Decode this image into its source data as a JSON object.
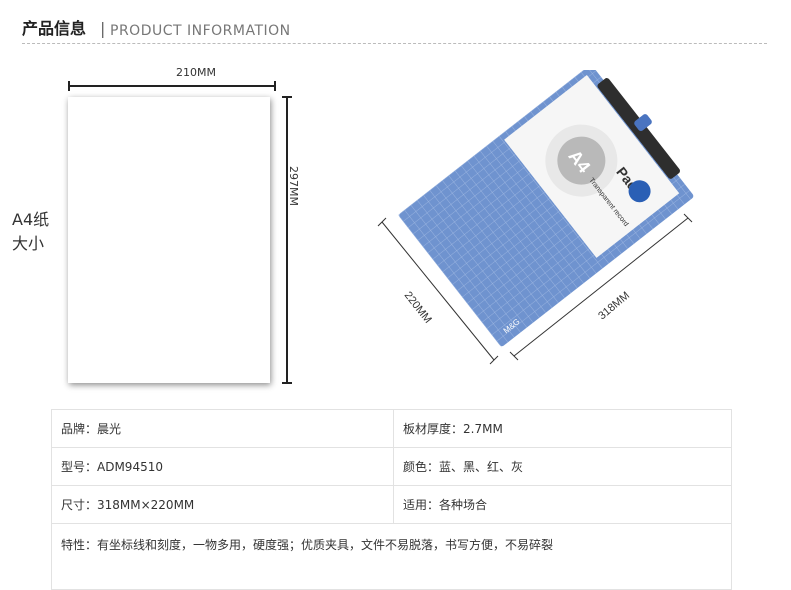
{
  "header": {
    "title_cn": "产品信息",
    "separator": "|",
    "title_en": "PRODUCT INFORMATION"
  },
  "illustration": {
    "label_line1": "A4纸",
    "label_line2": "大小",
    "paper_width": "210MM",
    "paper_height": "297MM",
    "board_width": "318MM",
    "board_height": "220MM",
    "board_badge": "A4",
    "board_title": "Pad",
    "board_subtitle": "Transparent record",
    "board_brand": "M&G"
  },
  "specs": {
    "brand": "品牌：晨光",
    "thickness": "板材厚度：2.7MM",
    "model": "型号：ADM94510",
    "colors": "颜色：蓝、黑、红、灰",
    "size": "尺寸：318MM×220MM",
    "usage": "适用：各种场合",
    "features": "特性：有坐标线和刻度，一物多用，硬度强；优质夹具，文件不易脱落，书写方便，不易碎裂"
  },
  "colors": {
    "board_blue": "#6f93cf",
    "board_grid": "#9cb6e0"
  }
}
